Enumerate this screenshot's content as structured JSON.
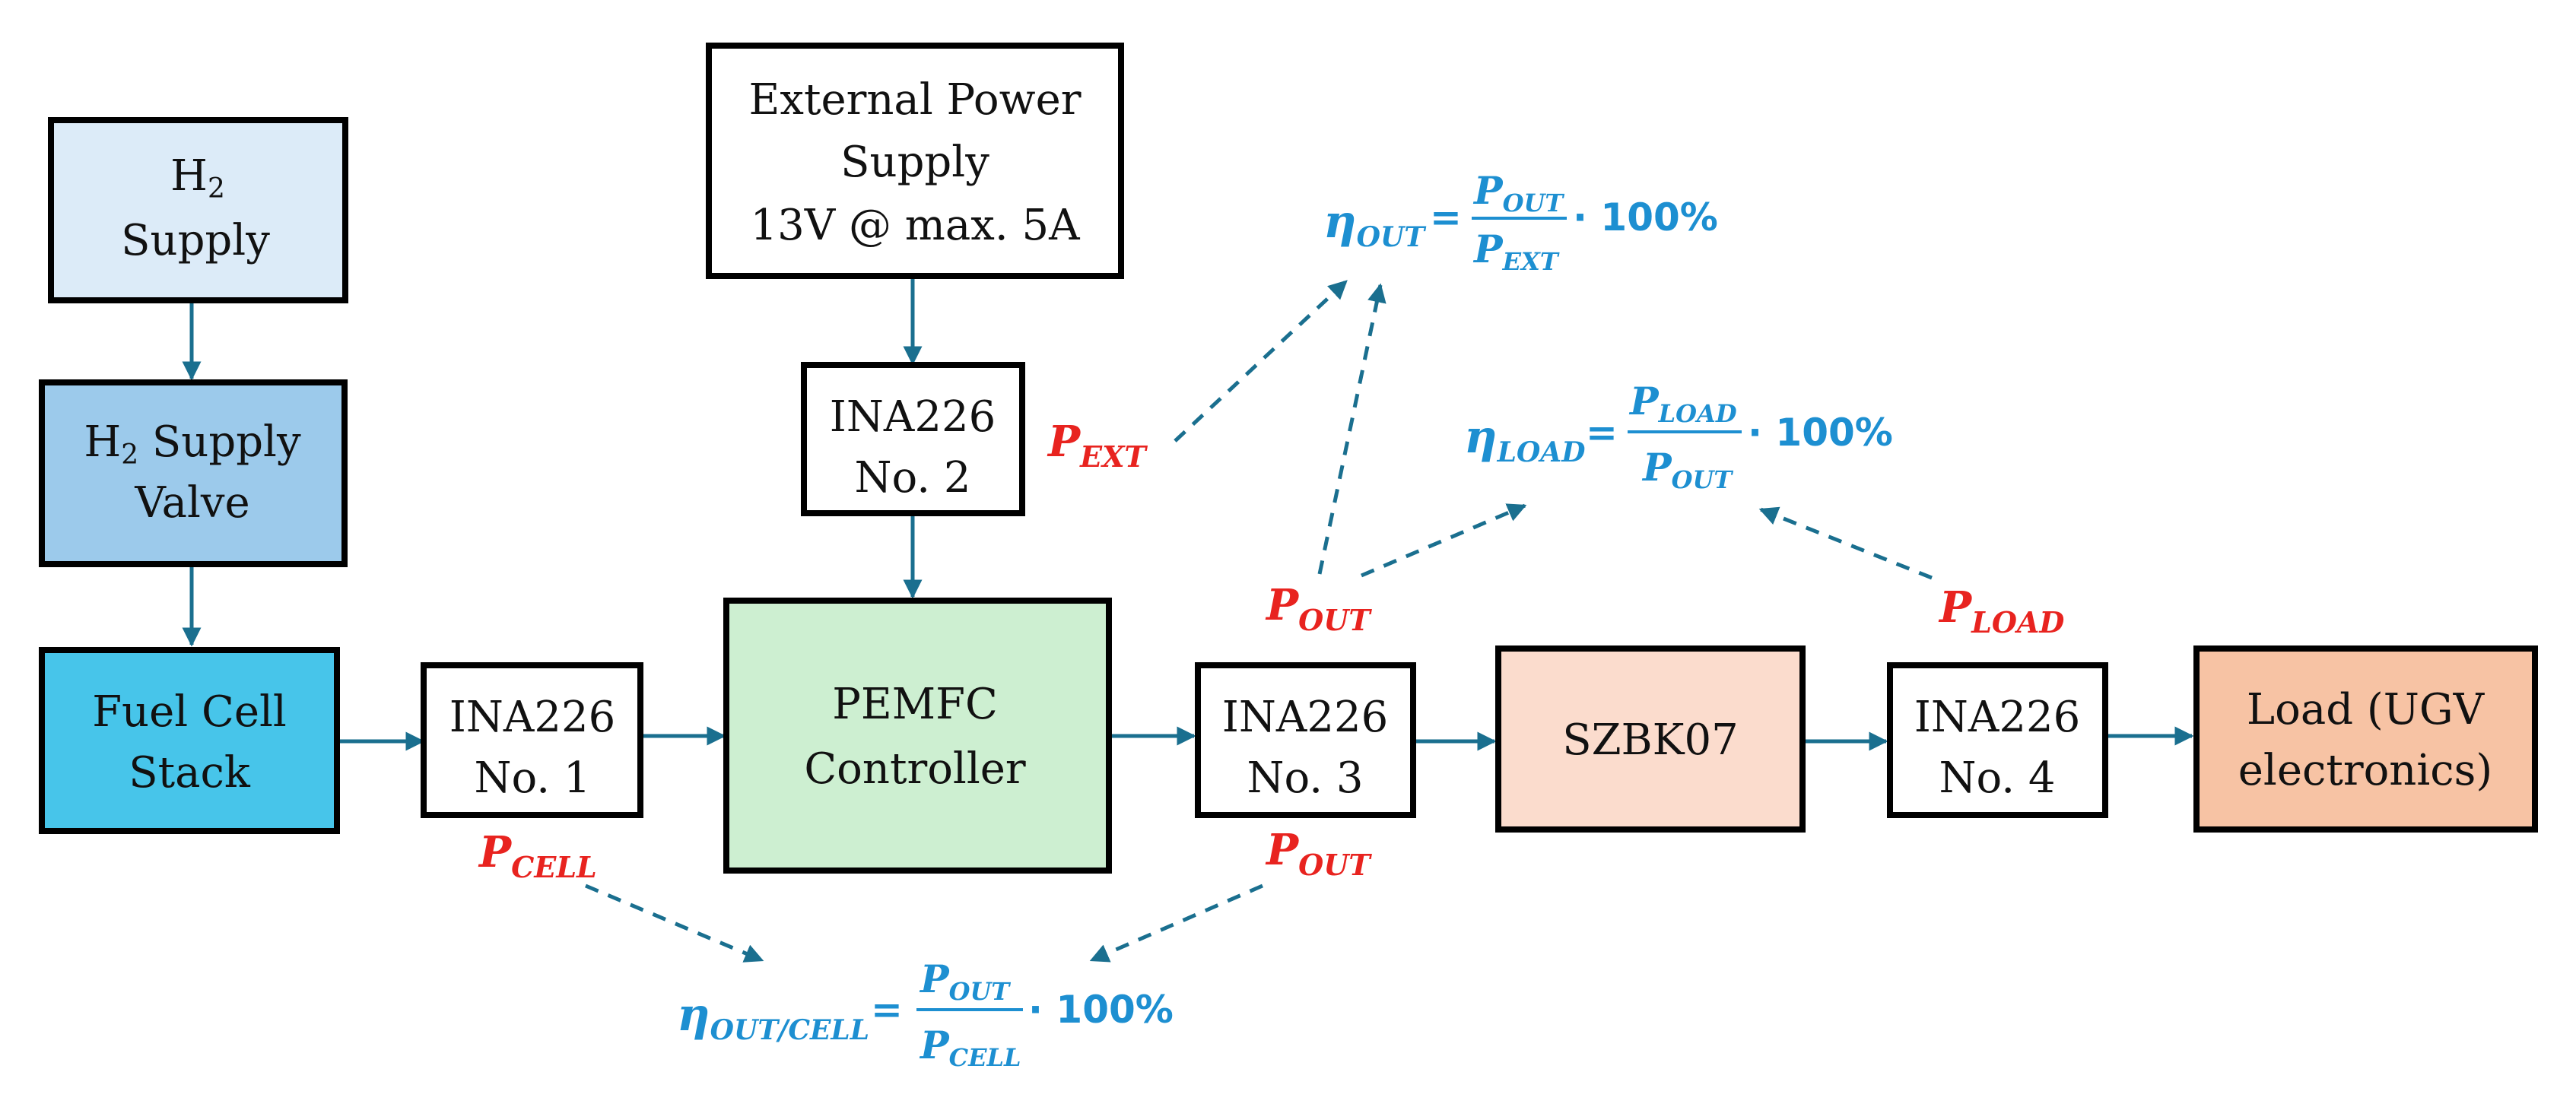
{
  "colors": {
    "h2_supply": "#dcebf8",
    "h2_valve": "#9ccaeb",
    "fuel_cell": "#47c5ea",
    "controller": "#cdefd1",
    "szbk": "#fbdccd",
    "load": "#f7c3a4",
    "flow": "#1a6f8f",
    "power_label": "#e8231f",
    "equation": "#1d8fd1"
  },
  "blocks": {
    "h2_supply": {
      "line1": "H",
      "line1_sub": "2",
      "line2": "Supply"
    },
    "h2_valve": {
      "line1_main": "H",
      "line1_sub": "2",
      "line1_rest": " Supply",
      "line2": "Valve"
    },
    "fuel_cell": {
      "line1": "Fuel Cell",
      "line2": "Stack"
    },
    "ina1": {
      "line1": "INA226",
      "line2": "No. 1"
    },
    "ext_power": {
      "line1": "External Power",
      "line2": "Supply",
      "line3": "13V @ max. 5A"
    },
    "ina2": {
      "line1": "INA226",
      "line2": "No. 2"
    },
    "controller": {
      "line1": "PEMFC",
      "line2": "Controller"
    },
    "ina3": {
      "line1": "INA226",
      "line2": "No. 3"
    },
    "szbk": {
      "line1": "SZBK07"
    },
    "ina4": {
      "line1": "INA226",
      "line2": "No. 4"
    },
    "load": {
      "line1": "Load (UGV",
      "line2": "electronics)"
    }
  },
  "power_labels": {
    "p_ext": {
      "main": "P",
      "sub": "EXT"
    },
    "p_out_top": {
      "main": "P",
      "sub": "OUT"
    },
    "p_load": {
      "main": "P",
      "sub": "LOAD"
    },
    "p_cell": {
      "main": "P",
      "sub": "CELL"
    },
    "p_out_bottom": {
      "main": "P",
      "sub": "OUT"
    }
  },
  "equations": {
    "eta_out": {
      "eta": "η",
      "eta_sub": "OUT",
      "equals": "=",
      "num": "P",
      "num_sub": "OUT",
      "den": "P",
      "den_sub": "EXT",
      "factor": "· 100%"
    },
    "eta_load": {
      "eta": "η",
      "eta_sub": "LOAD",
      "equals": "=",
      "num": "P",
      "num_sub": "LOAD",
      "den": "P",
      "den_sub": "OUT",
      "factor": "· 100%"
    },
    "eta_out_cell": {
      "eta": "η",
      "eta_sub": "OUT/CELL",
      "equals": "=",
      "num": "P",
      "num_sub": "OUT",
      "den": "P",
      "den_sub": "CELL",
      "factor": "· 100%"
    }
  }
}
